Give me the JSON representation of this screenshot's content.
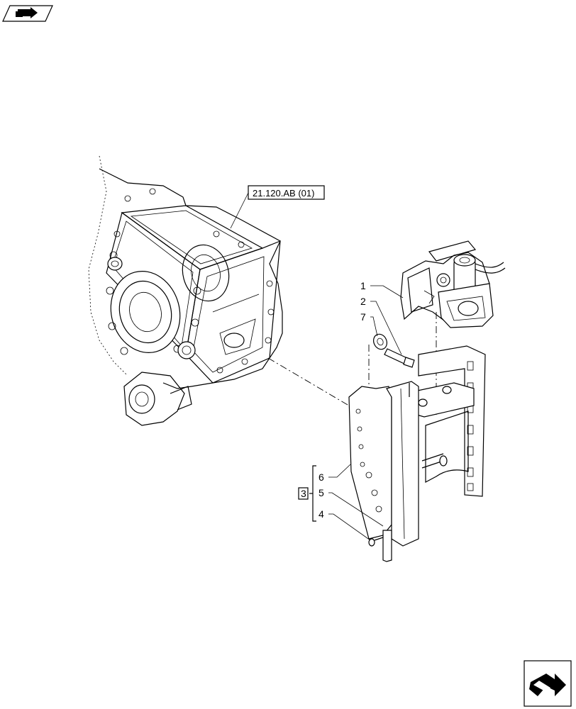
{
  "reference_label": "21.120.AB (01)",
  "kit_label": "3",
  "callouts": {
    "c1": "1",
    "c2": "2",
    "c7": "7",
    "c6": "6",
    "c5": "5",
    "c4": "4"
  },
  "icons": {
    "top_left": "navigation-arrow-icon",
    "bottom_right": "next-page-arrow-icon"
  }
}
